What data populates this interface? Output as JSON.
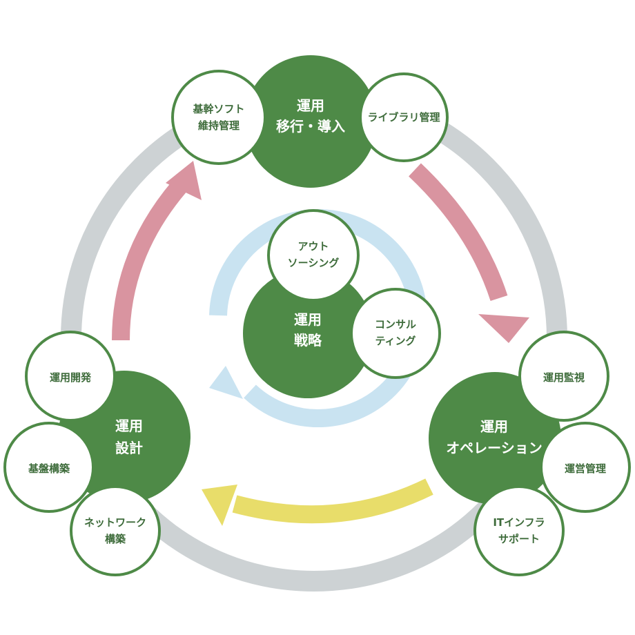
{
  "colors": {
    "hub_fill": "#4e8a47",
    "satellite_border": "#4e8a47",
    "satellite_fill": "#ffffff",
    "outer_ring": "#cdd2d4",
    "inner_ring": "#c9e3f1",
    "arrow_pink": "#d994a0",
    "arrow_yellow": "#e8dd6a",
    "satellite_text": "#3d6b3a",
    "hub_text": "#ffffff"
  },
  "center": {
    "hub": {
      "line1": "運用",
      "line2": "戦略"
    },
    "satellites": [
      {
        "line1": "アウト",
        "line2": "ソーシング"
      },
      {
        "line1": "コンサル",
        "line2": "ティング"
      }
    ]
  },
  "top": {
    "hub": {
      "line1": "運用",
      "line2": "移行・導入"
    },
    "satellites": [
      {
        "line1": "基幹ソフト",
        "line2": "維持管理"
      },
      {
        "line1": "ライブラリ管理"
      }
    ]
  },
  "right": {
    "hub": {
      "line1": "運用",
      "line2": "オペレーション"
    },
    "satellites": [
      {
        "line1": "運用監視"
      },
      {
        "line1": "運営管理"
      },
      {
        "line1": "ITインフラ",
        "line2": "サポート"
      }
    ]
  },
  "left": {
    "hub": {
      "line1": "運用",
      "line2": "設計"
    },
    "satellites": [
      {
        "line1": "運用開発"
      },
      {
        "line1": "基盤構築"
      },
      {
        "line1": "ネットワーク",
        "line2": "構築"
      }
    ]
  },
  "arrows": [
    {
      "from": "top",
      "to": "right",
      "color": "arrow_pink"
    },
    {
      "from": "right",
      "to": "left",
      "color": "arrow_yellow"
    },
    {
      "from": "left",
      "to": "top",
      "color": "arrow_pink"
    }
  ]
}
